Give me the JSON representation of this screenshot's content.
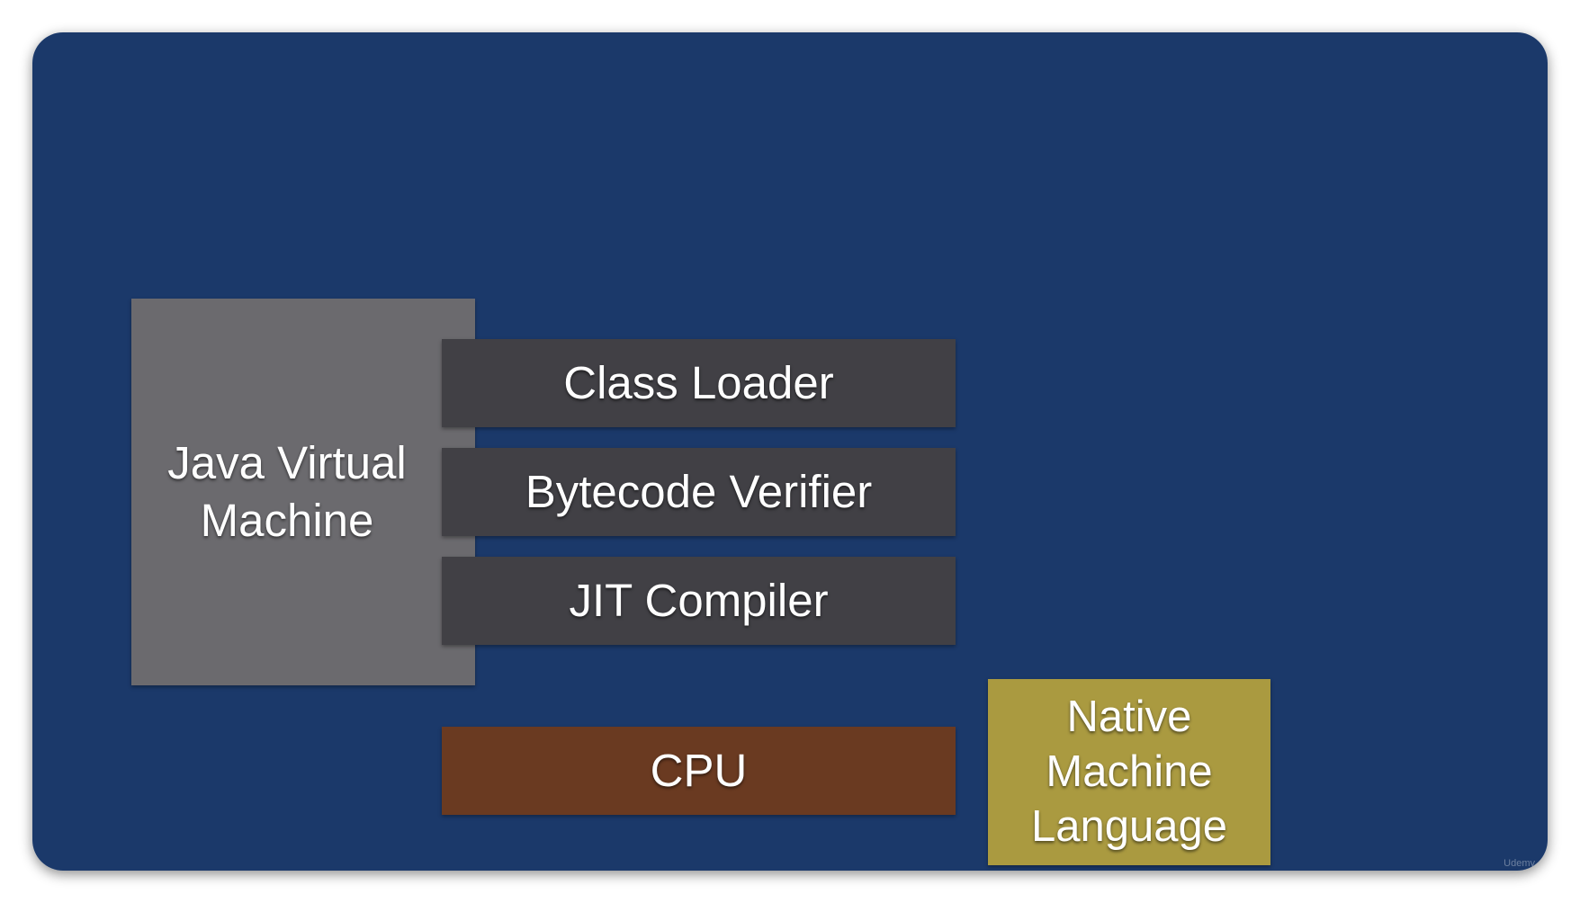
{
  "diagram": {
    "jvm": {
      "line1": "Java Virtual",
      "line2": "Machine"
    },
    "components": [
      {
        "label": "Class Loader"
      },
      {
        "label": "Bytecode Verifier"
      },
      {
        "label": "JIT Compiler"
      }
    ],
    "cpu": {
      "label": "CPU"
    },
    "native": {
      "line1": "Native",
      "line2": "Machine",
      "line3": "Language"
    },
    "watermark": "Udemy"
  },
  "colors": {
    "background": "#1b396a",
    "jvm": "#6b6a6e",
    "component": "#414045",
    "cpu": "#6a3a21",
    "native": "#aa9a40"
  }
}
